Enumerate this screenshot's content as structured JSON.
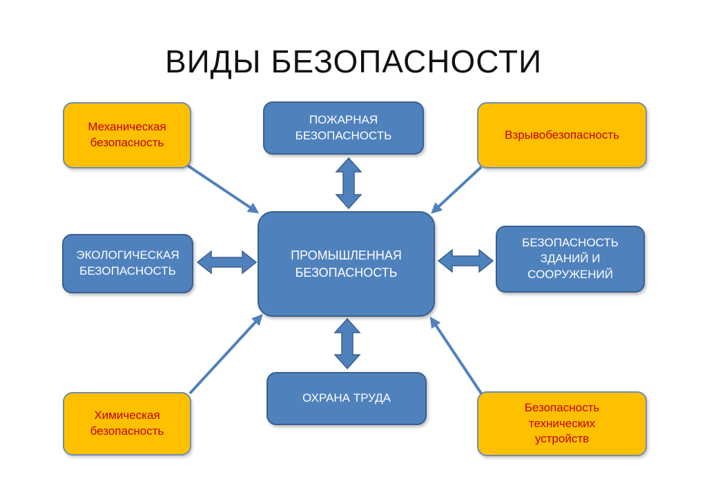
{
  "title": "ВИДЫ БЕЗОПАСНОСТИ",
  "colors": {
    "blue_fill": "#4f81bd",
    "blue_border": "#3a5f8e",
    "yellow_fill": "#ffc000",
    "yellow_text": "#c00000",
    "arrow": "#4f81bd"
  },
  "nodes": {
    "center": "ПРОМЫШЛЕННАЯ\nБЕЗОПАСНОСТЬ",
    "fire": "ПОЖАРНАЯ\nБЕЗОПАСНОСТЬ",
    "ecological": "ЭКОЛОГИЧЕСКАЯ\nБЕЗОПАСНОСТЬ",
    "buildings": "БЕЗОПАСНОСТЬ\nЗДАНИЙ И\nСООРУЖЕНИЙ",
    "labor": "ОХРАНА ТРУДА",
    "mechanical": "Механическая\nбезопасность",
    "explosion": "Взрывобезопасность",
    "chemical": "Химическая\nбезопасность",
    "technical": "Безопасность\nтехнических\nустройств"
  }
}
